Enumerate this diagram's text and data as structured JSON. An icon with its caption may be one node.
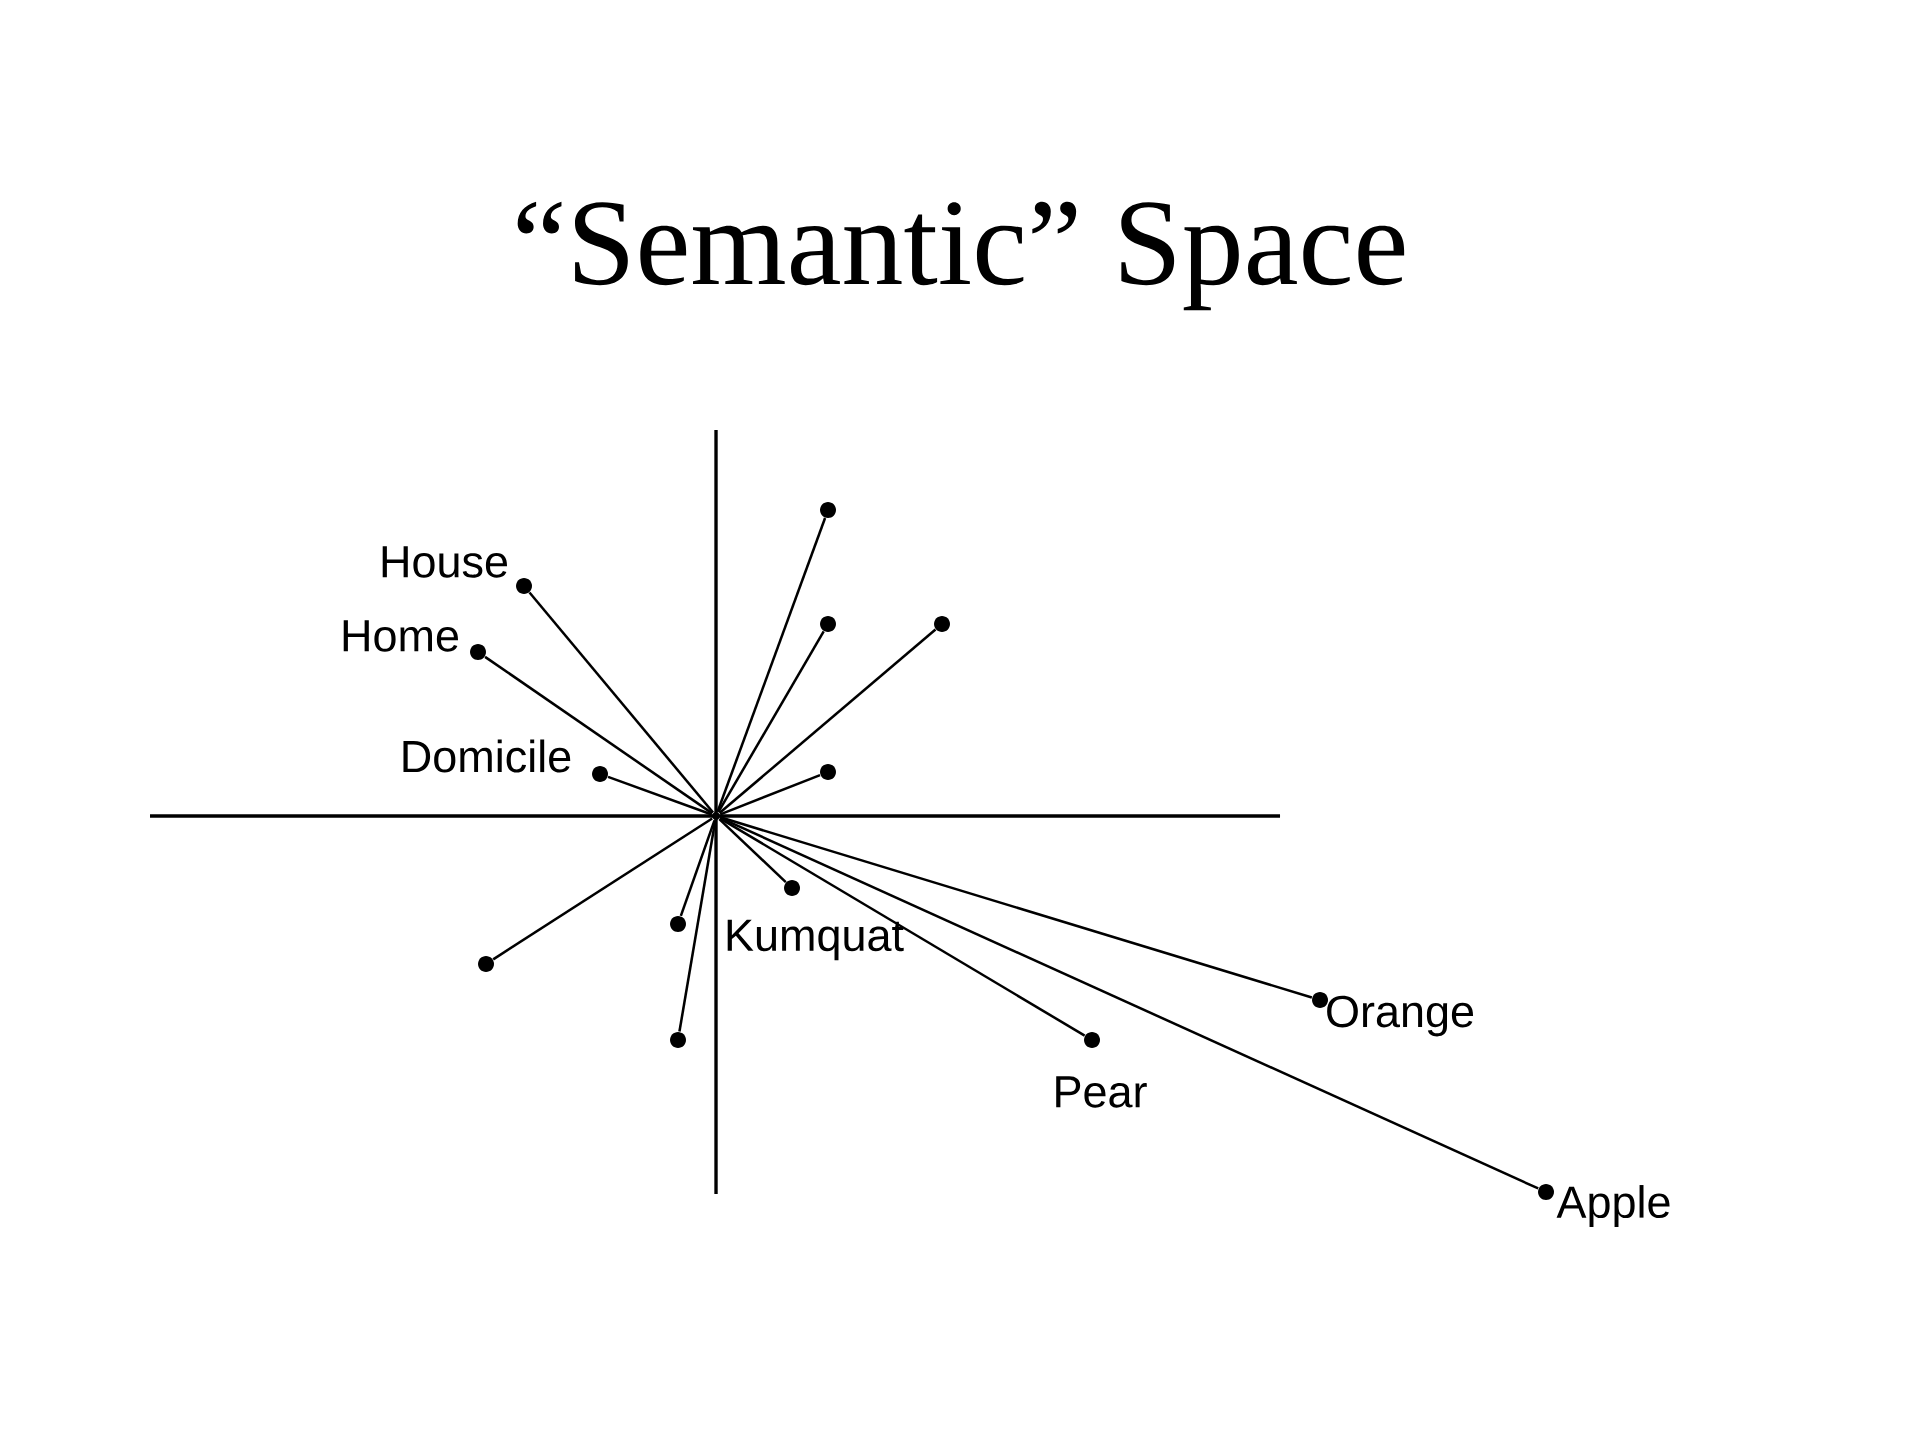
{
  "diagram": {
    "title": "“Semantic” Space",
    "nodes": [
      {
        "text": [],
        "shape": "point"
      },
      {
        "text": [],
        "shape": "circle"
      },
      {
        "text": [],
        "shape": "circle",
        "beside": [
          "House"
        ]
      },
      {
        "text": [],
        "shape": "circle",
        "beside": [
          "Home"
        ]
      },
      {
        "text": [],
        "shape": "circle"
      },
      {
        "text": [],
        "shape": "circle"
      },
      {
        "text": [],
        "shape": "circle"
      },
      {
        "text": [],
        "shape": "circle",
        "beside": [
          "Domicile"
        ]
      },
      {
        "text": [],
        "shape": "circle",
        "beside": [
          "Kumquat"
        ]
      },
      {
        "text": [],
        "shape": "circle"
      },
      {
        "text": [],
        "shape": "circle"
      },
      {
        "text": [],
        "shape": "circle",
        "beside": [
          "Orange"
        ]
      },
      {
        "text": [],
        "shape": "circle",
        "beside": [
          "Pear"
        ]
      },
      {
        "text": [],
        "shape": "circle"
      },
      {
        "text": [],
        "shape": "circle",
        "beside": [
          "Apple"
        ]
      }
    ],
    "edges": [
      {
        "from": 0,
        "to": 1,
        "arrow": "none"
      },
      {
        "from": 0,
        "to": 2,
        "arrow": "none"
      },
      {
        "from": 0,
        "to": 3,
        "arrow": "none"
      },
      {
        "from": 0,
        "to": 4,
        "arrow": "none"
      },
      {
        "from": 0,
        "to": 5,
        "arrow": "none"
      },
      {
        "from": 0,
        "to": 6,
        "arrow": "none"
      },
      {
        "from": 0,
        "to": 7,
        "arrow": "none"
      },
      {
        "from": 0,
        "to": 8,
        "arrow": "none"
      },
      {
        "from": 0,
        "to": 9,
        "arrow": "none"
      },
      {
        "from": 0,
        "to": 10,
        "arrow": "none"
      },
      {
        "from": 0,
        "to": 11,
        "arrow": "none"
      },
      {
        "from": 0,
        "to": 12,
        "arrow": "none"
      },
      {
        "from": 0,
        "to": 13,
        "arrow": "none"
      },
      {
        "from": 0,
        "to": 14,
        "arrow": "none"
      }
    ]
  }
}
